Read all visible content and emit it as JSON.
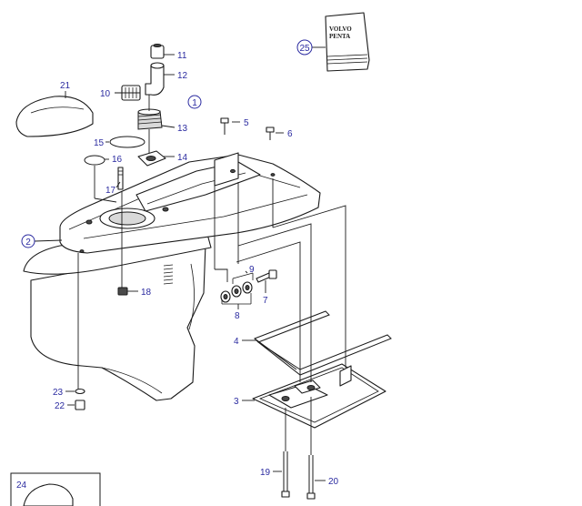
{
  "callouts": {
    "c1": "1",
    "c2": "2",
    "c3": "3",
    "c4": "4",
    "c5": "5",
    "c6": "6",
    "c7": "7",
    "c8": "8",
    "c9": "9",
    "c10": "10",
    "c11": "11",
    "c12": "12",
    "c13": "13",
    "c14": "14",
    "c15": "15",
    "c16": "16",
    "c17": "17",
    "c18": "18",
    "c19": "19",
    "c20": "20",
    "c21": "21",
    "c22": "22",
    "c23": "23",
    "c24": "24",
    "c25": "25"
  },
  "logo_box": {
    "line1": "VOLVO",
    "line2": "PENTA"
  },
  "colors": {
    "callout": "#2b2ba0",
    "line": "#1a1a1a",
    "fill": "#ffffff",
    "shade": "#d9d9d9"
  }
}
